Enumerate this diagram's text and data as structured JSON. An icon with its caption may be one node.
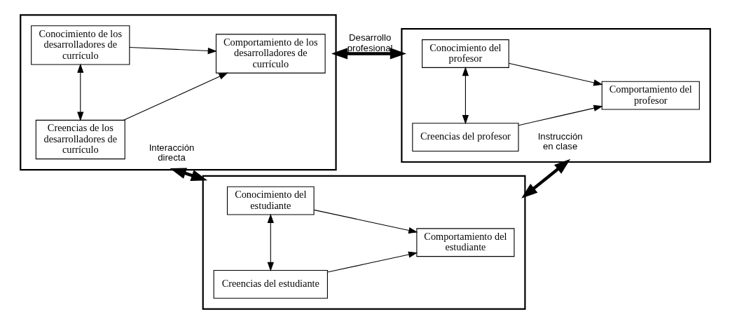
{
  "diagram": {
    "nodes": [
      {
        "text": [],
        "shape": "box"
      },
      {
        "text": [
          "Conocimiento de los desarrolladores de currículo"
        ],
        "in": 0
      },
      {
        "text": [
          "Comportamiento de los desarrolladores de currículo"
        ],
        "in": 0
      },
      {
        "text": [
          "Creencias de los desarrolladores de currículo"
        ],
        "in": 0
      },
      {
        "text": [],
        "shape": "box"
      },
      {
        "text": [
          "Conocimiento del profesor"
        ],
        "in": 4
      },
      {
        "text": [
          "Comportamiento del profesor"
        ],
        "in": 4
      },
      {
        "text": [
          "Creencias del profesor"
        ],
        "in": 4
      },
      {
        "text": [],
        "shape": "box"
      },
      {
        "text": [
          "Conocimiento del estudiante"
        ],
        "in": 8
      },
      {
        "text": [
          "Comportamiento del estudiante"
        ],
        "in": 8
      },
      {
        "text": [
          "Creencias del estudiante"
        ],
        "in": 8
      }
    ],
    "edges": [
      {
        "from": 1,
        "to": 2,
        "arrow": "to"
      },
      {
        "from": 1,
        "to": 3,
        "arrow": "both"
      },
      {
        "from": 3,
        "to": 2,
        "arrow": "to"
      },
      {
        "from": 5,
        "to": 6,
        "arrow": "to"
      },
      {
        "from": 5,
        "to": 7,
        "arrow": "both"
      },
      {
        "from": 7,
        "to": 6,
        "arrow": "to"
      },
      {
        "from": 9,
        "to": 10,
        "arrow": "to"
      },
      {
        "from": 9,
        "to": 11,
        "arrow": "both"
      },
      {
        "from": 11,
        "to": 10,
        "arrow": "to"
      },
      {
        "from": 0,
        "to": 4,
        "arrow": "both",
        "label": "Desarrollo profesional",
        "style": "thick"
      },
      {
        "from": 0,
        "to": 8,
        "arrow": "both",
        "label": "Interacción directa",
        "style": "thick"
      },
      {
        "from": 8,
        "to": 4,
        "arrow": "both",
        "label": "Instrucción en clase",
        "style": "thick"
      }
    ]
  }
}
